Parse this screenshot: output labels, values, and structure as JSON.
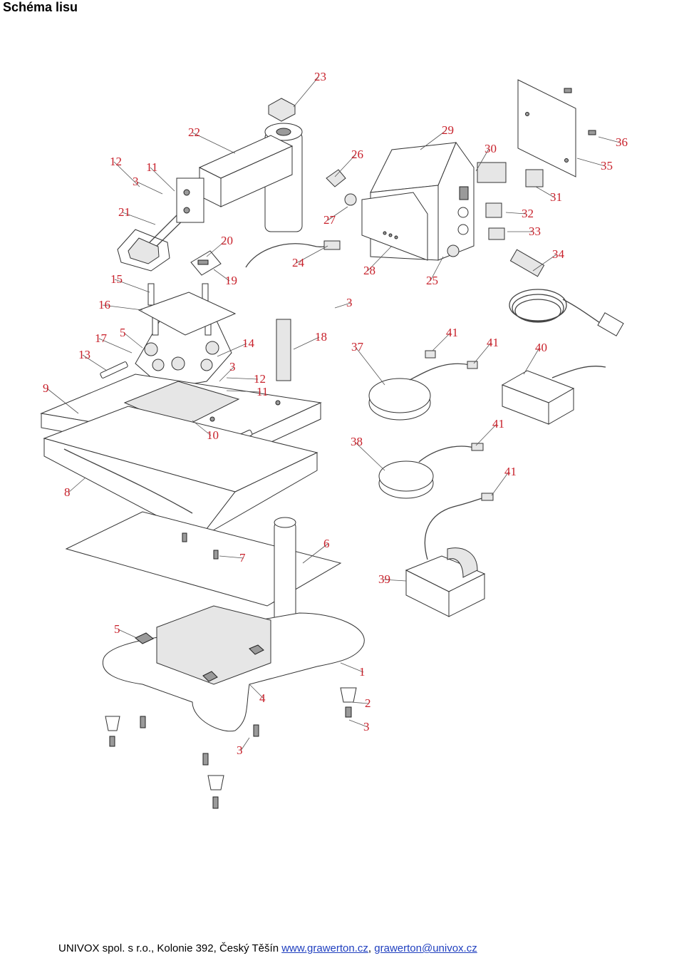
{
  "title": "Schéma lisu",
  "footer": {
    "company": "UNIVOX spol. s r.o., Kolonie 392, Český Těšín ",
    "website": "www.grawerton.cz",
    "separator": ", ",
    "email": "grawerton@univox.cz"
  },
  "callouts": [
    "1",
    "2",
    "3",
    "3",
    "3",
    "3",
    "3",
    "4",
    "5",
    "5",
    "6",
    "7",
    "8",
    "9",
    "10",
    "11",
    "11",
    "12",
    "12",
    "13",
    "14",
    "15",
    "16",
    "17",
    "18",
    "19",
    "20",
    "21",
    "22",
    "23",
    "24",
    "25",
    "26",
    "27",
    "28",
    "29",
    "30",
    "31",
    "32",
    "33",
    "34",
    "35",
    "36",
    "37",
    "38",
    "39",
    "40",
    "41",
    "41",
    "41",
    "41"
  ]
}
